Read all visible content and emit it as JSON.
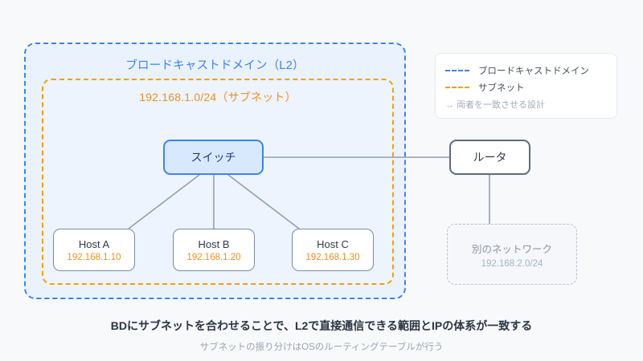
{
  "diagram": {
    "broadcast_domain": {
      "label": "ブロードキャストドメイン（L2）",
      "color": "#3b82f6"
    },
    "subnet": {
      "label": "192.168.1.0/24（サブネット）",
      "color": "#f59e0b"
    },
    "switch": {
      "label": "スイッチ",
      "fill": "#d9e9fd",
      "border": "#3b82f6"
    },
    "router": {
      "label": "ルータ",
      "fill": "#ffffff",
      "border": "#5b6b80"
    },
    "hosts": [
      {
        "name": "Host A",
        "ip": "192.168.1.10"
      },
      {
        "name": "Host B",
        "ip": "192.168.1.20"
      },
      {
        "name": "Host C",
        "ip": "192.168.1.30"
      }
    ],
    "other_network": {
      "title": "別のネットワーク",
      "ip": "192.168.2.0/24",
      "border": "#b9c3d1"
    }
  },
  "legend": {
    "items": [
      {
        "label": "ブロードキャストドメイン",
        "color": "#3b82f6"
      },
      {
        "label": "サブネット",
        "color": "#f59e0b"
      }
    ],
    "note": "→ 両者を一致させる設計"
  },
  "captions": {
    "main": "BDにサブネットを合わせることで、L2で直接通信できる範囲とIPの体系が一致する",
    "sub": "サブネットの振り分けはOSのルーティングテーブルが行う"
  }
}
